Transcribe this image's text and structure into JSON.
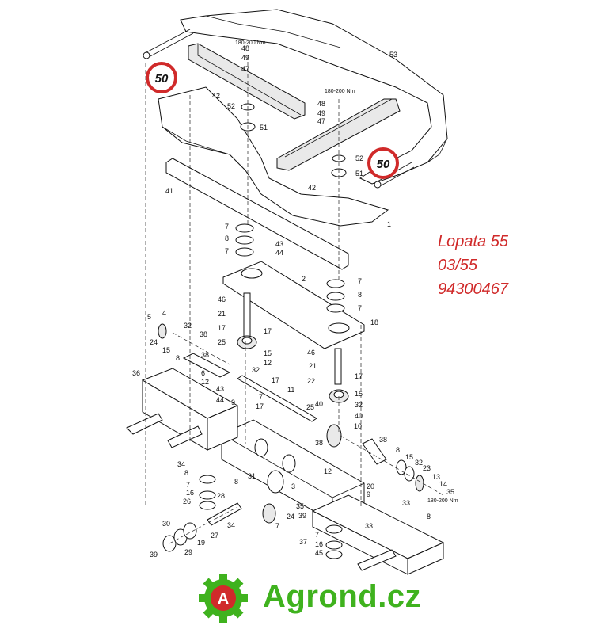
{
  "callouts": [
    "53",
    "48",
    "49",
    "47",
    "52",
    "51",
    "42",
    "41",
    "1",
    "48",
    "49",
    "47",
    "52",
    "51",
    "42",
    "7",
    "8",
    "7",
    "43",
    "44",
    "2",
    "7",
    "8",
    "7",
    "18",
    "46",
    "21",
    "17",
    "17",
    "25",
    "15",
    "12",
    "32",
    "5",
    "4",
    "24",
    "15",
    "8",
    "32",
    "38",
    "6",
    "38",
    "12",
    "36",
    "43",
    "44",
    "9",
    "17",
    "7",
    "11",
    "17",
    "40",
    "46",
    "21",
    "17",
    "22",
    "15",
    "32",
    "40",
    "25",
    "38",
    "10",
    "38",
    "8",
    "15",
    "32",
    "23",
    "13",
    "14",
    "35",
    "34",
    "8",
    "7",
    "16",
    "26",
    "8",
    "31",
    "3",
    "12",
    "28",
    "34",
    "35",
    "39",
    "24",
    "7",
    "30",
    "27",
    "39",
    "29",
    "19",
    "20",
    "9",
    "33",
    "33",
    "37",
    "8",
    "7",
    "16",
    "45"
  ],
  "torque_labels": [
    "180-200 Nm",
    "180-200 Nm",
    "180-200 Nm"
  ],
  "badges": [
    "50",
    "50"
  ],
  "note_lines": [
    "Lopata 55",
    "03/55",
    "94300467"
  ],
  "brand": {
    "name": "Agrond.cz",
    "logo_letter": "A",
    "color": "#3fb21e"
  },
  "accent_color": "#d02a2a"
}
